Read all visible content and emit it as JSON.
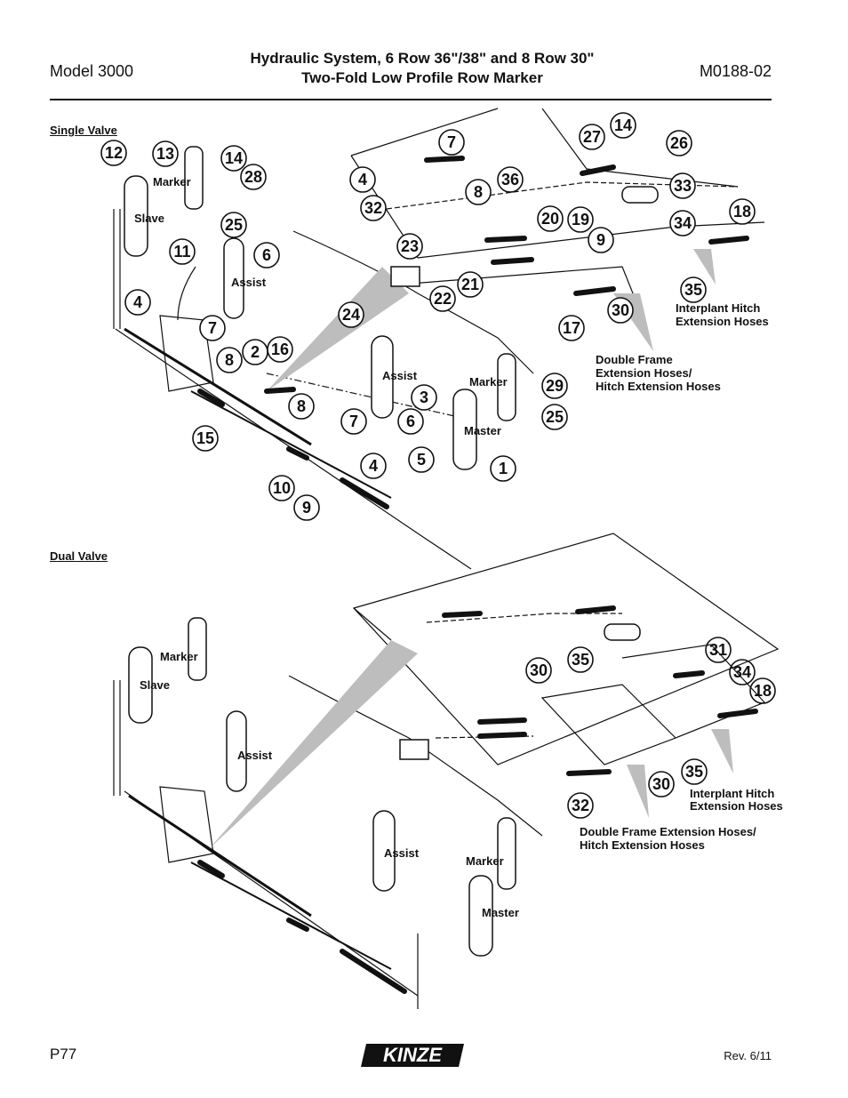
{
  "header": {
    "model": "Model 3000",
    "title_line1": "Hydraulic System, 6 Row 36\"/38\" and 8 Row 30\"",
    "title_line2": "Two-Fold Low Profile Row Marker",
    "doc_code": "M0188-02"
  },
  "sections": {
    "single_valve": "Single Valve",
    "dual_valve": "Dual Valve"
  },
  "single_labels": {
    "marker_left": "Marker",
    "slave": "Slave",
    "assist_left": "Assist",
    "assist_mid": "Assist",
    "marker_right": "Marker",
    "master": "Master",
    "interplant_1": "Interplant Hitch",
    "interplant_2": "Extension Hoses",
    "double_1": "Double Frame",
    "double_2": "Extension Hoses/",
    "double_3": "Hitch Extension Hoses"
  },
  "dual_labels": {
    "marker_left": "Marker",
    "slave": "Slave",
    "assist_left": "Assist",
    "assist_mid": "Assist",
    "marker_right": "Marker",
    "master": "Master",
    "interplant_1": "Interplant Hitch",
    "interplant_2": "Extension Hoses",
    "double_1": "Double Frame Extension Hoses/",
    "double_2": "Hitch Extension Hoses"
  },
  "single_callouts": [
    "12",
    "13",
    "14",
    "28",
    "25",
    "11",
    "6",
    "4",
    "7",
    "8",
    "2",
    "16",
    "15",
    "8",
    "7",
    "10",
    "9",
    "4",
    "3",
    "6",
    "5",
    "1",
    "29",
    "25",
    "4",
    "32",
    "7",
    "8",
    "36",
    "27",
    "14",
    "26",
    "33",
    "23",
    "22",
    "21",
    "24",
    "20",
    "19",
    "9",
    "17",
    "30",
    "34",
    "18",
    "35"
  ],
  "dual_callouts": [
    "30",
    "35",
    "31",
    "34",
    "18",
    "35",
    "30",
    "32"
  ],
  "footer": {
    "page": "P77",
    "brand": "KINZE",
    "revision": "Rev. 6/11"
  }
}
